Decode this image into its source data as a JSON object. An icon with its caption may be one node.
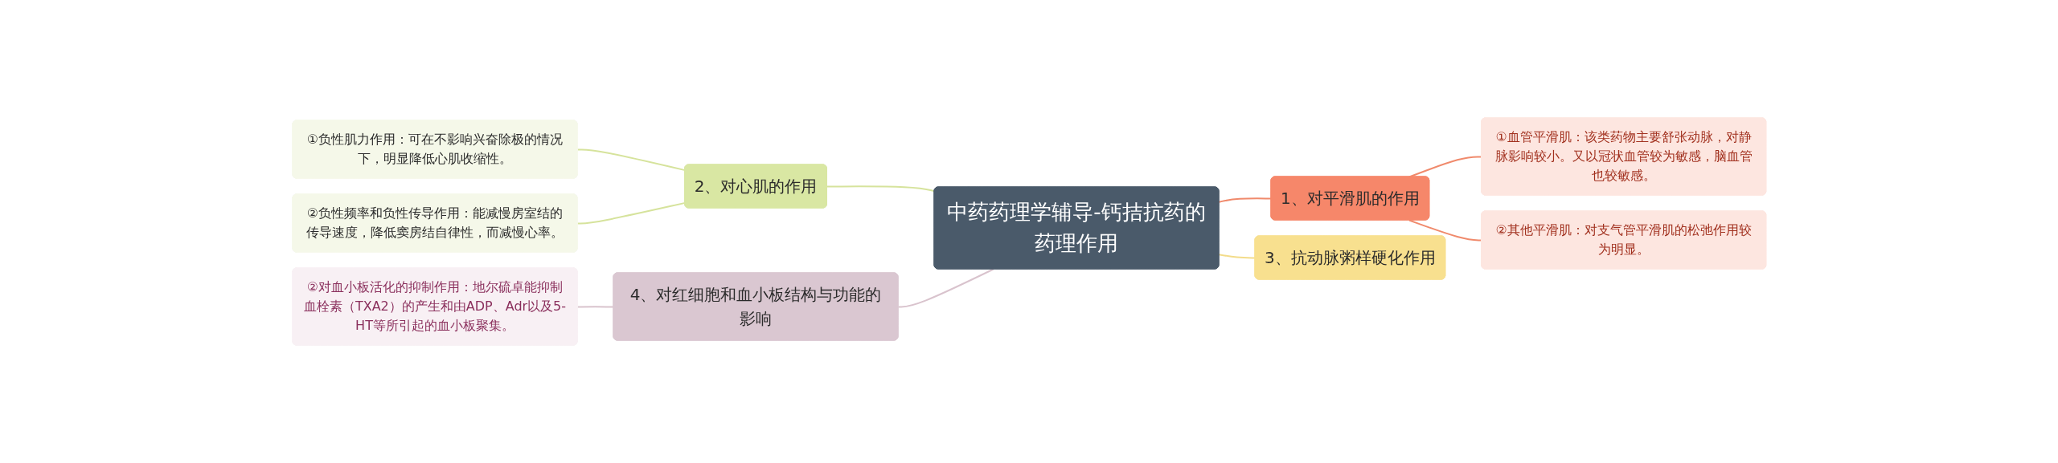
{
  "diagram": {
    "nodes": [
      {
        "text": [
          "中药药理学辅导-钙拮抗药的药理作用"
        ]
      },
      {
        "text": [
          "1、对平滑肌的作用"
        ]
      },
      {
        "text": [
          "①血管平滑肌：该类药物主要舒张动脉，对静脉影响较小。又以冠状血管较为敏感，脑血管也较敏感。"
        ]
      },
      {
        "text": [
          "②其他平滑肌：对支气管平滑肌的松弛作用较为明显。"
        ]
      },
      {
        "text": [
          "2、对心肌的作用"
        ]
      },
      {
        "text": [
          "①负性肌力作用：可在不影响兴奋除极的情况下，明显降低心肌收缩性。"
        ]
      },
      {
        "text": [
          "②负性频率和负性传导作用：能减慢房室结的传导速度，降低窦房结自律性，而减慢心率。"
        ]
      },
      {
        "text": [
          "3、抗动脉粥样硬化作用"
        ]
      },
      {
        "text": [
          "4、对红细胞和血小板结构与功能的影响"
        ]
      },
      {
        "text": [
          "②对血小板活化的抑制作用：地尔硫卓能抑制血栓素（TXA2）的产生和由ADP、Adr以及5-HT等所引起的血小板聚集。"
        ]
      }
    ],
    "edges": [
      {
        "from": 0,
        "to": 1,
        "arrow": "none",
        "color": "#f08a6c"
      },
      {
        "from": 1,
        "to": 2,
        "arrow": "none",
        "color": "#f08a6c"
      },
      {
        "from": 1,
        "to": 3,
        "arrow": "none",
        "color": "#f08a6c"
      },
      {
        "from": 4,
        "to": 0,
        "arrow": "none",
        "color": "#d6e39c"
      },
      {
        "from": 5,
        "to": 4,
        "arrow": "none",
        "color": "#d6e39c"
      },
      {
        "from": 6,
        "to": 4,
        "arrow": "none",
        "color": "#d6e39c"
      },
      {
        "from": 0,
        "to": 7,
        "arrow": "none",
        "color": "#f3dc8a"
      },
      {
        "from": 8,
        "to": 0,
        "arrow": "none",
        "color": "#d9c3cd"
      },
      {
        "from": 9,
        "to": 8,
        "arrow": "none",
        "color": "#d9c3cd"
      }
    ]
  }
}
